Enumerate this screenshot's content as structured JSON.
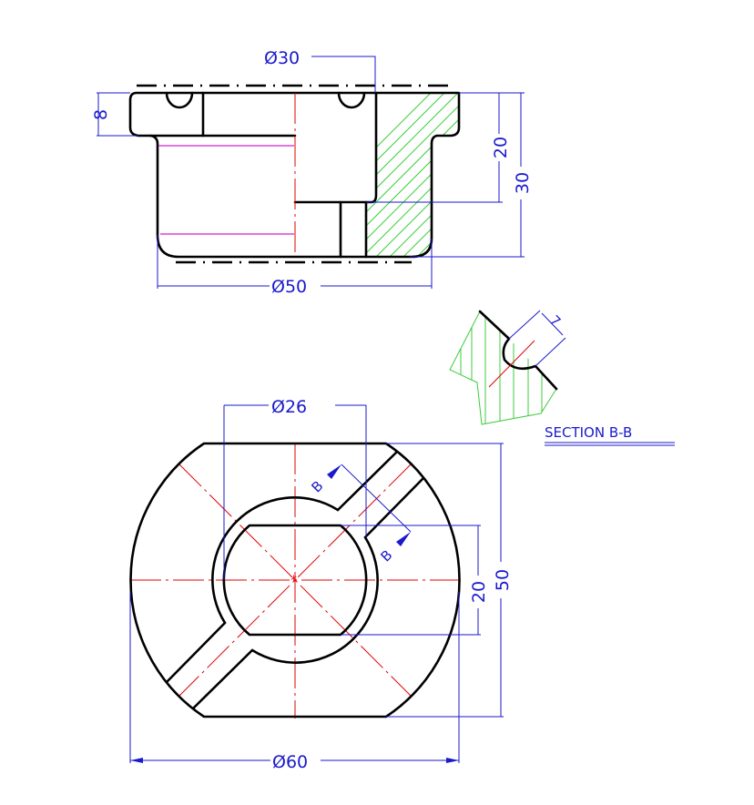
{
  "drawing": {
    "top_view": {
      "dims": {
        "dia_30": "Ø30",
        "flange_h": "8",
        "depth_20": "20",
        "height_30": "30",
        "dia_50": "Ø50"
      }
    },
    "section": {
      "title": "SECTION B-B",
      "dim_7": "7"
    },
    "plan_view": {
      "dims": {
        "dia_26": "Ø26",
        "flat_20": "20",
        "width_50": "50",
        "dia_60": "Ø60"
      },
      "cut_labels": [
        "B",
        "B"
      ]
    },
    "colors": {
      "dimension": "#1a1acc",
      "centerline": "#e00000",
      "hatch": "#3ccc3c",
      "hidden": "#d020d0"
    }
  }
}
